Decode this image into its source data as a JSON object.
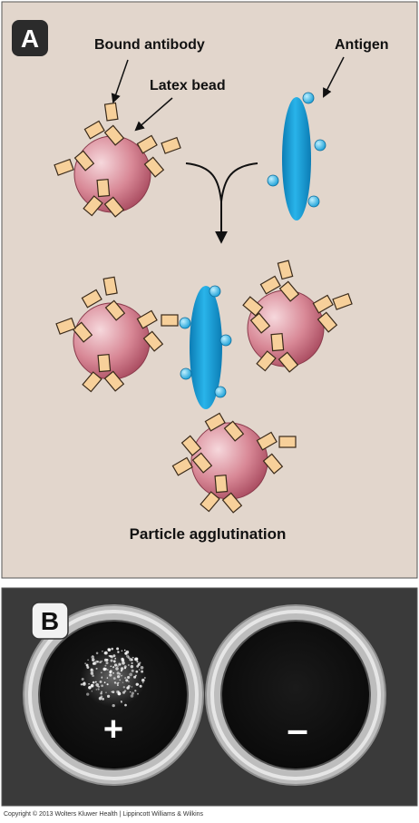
{
  "panelA": {
    "badge": "A",
    "labels": {
      "bound_antibody": "Bound antibody",
      "latex_bead": "Latex bead",
      "antigen": "Antigen",
      "agglutination": "Particle agglutination"
    }
  },
  "panelB": {
    "badge": "B",
    "positive_symbol": "+",
    "negative_symbol": "–"
  },
  "copyright": "Copyright © 2013 Wolters Kluwer Health | Lippincott Williams & Wilkins",
  "colors": {
    "panel_background": "#e2d6cc",
    "bead": "#c86b7d",
    "antibody": "#f7d09a",
    "antigen": "#1aa3d8",
    "photo_background": "#3a3a3a",
    "well_ring": "#c9c9c9"
  }
}
